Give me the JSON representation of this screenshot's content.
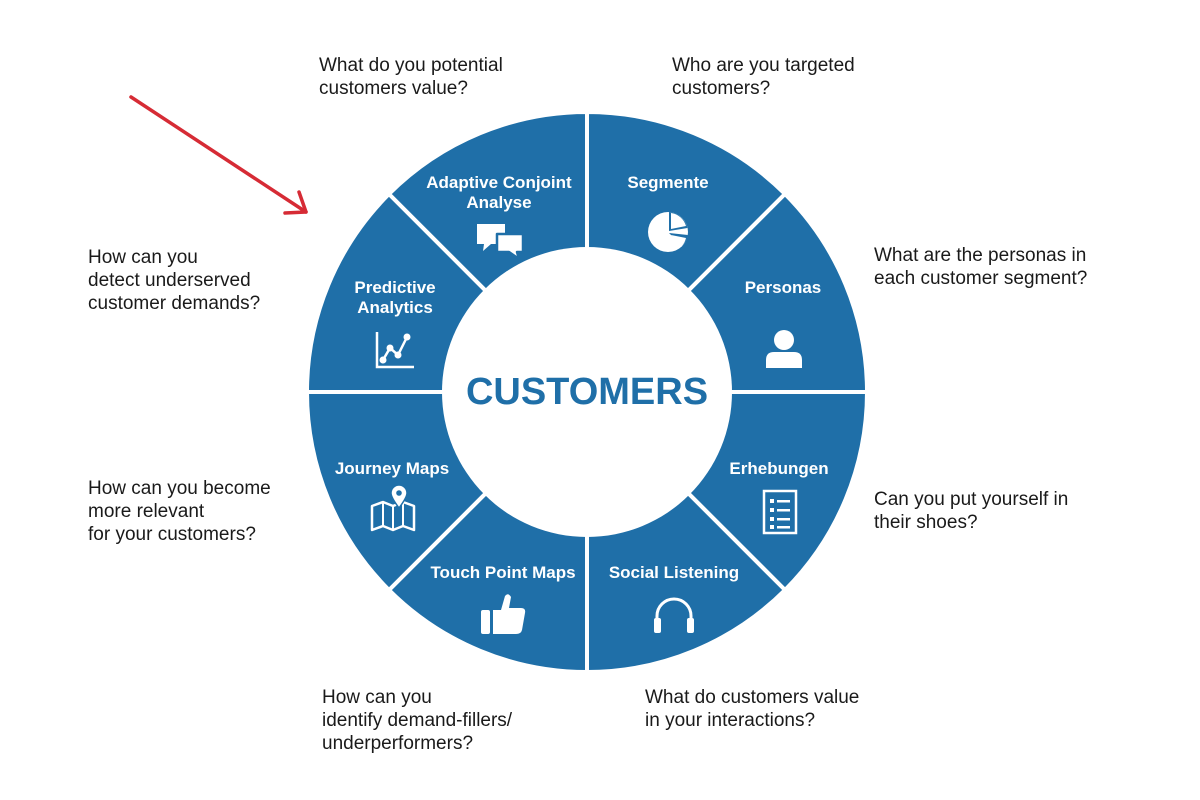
{
  "center_title": "CUSTOMERS",
  "colors": {
    "segment_fill": "#1f6fa8",
    "separator": "#ffffff",
    "center_text": "#1f6fa8",
    "arrow": "#d62b35",
    "question_text": "#1a1a1a"
  },
  "segments": [
    {
      "lines": [
        "Segmente"
      ],
      "icon": "pie-chart-icon"
    },
    {
      "lines": [
        "Personas"
      ],
      "icon": "person-icon"
    },
    {
      "lines": [
        "Erhebungen"
      ],
      "icon": "survey-list-icon"
    },
    {
      "lines": [
        "Social Listening"
      ],
      "icon": "headphones-icon"
    },
    {
      "lines": [
        "Touch Point Maps"
      ],
      "icon": "thumbs-up-icon"
    },
    {
      "lines": [
        "Journey Maps"
      ],
      "icon": "map-pin-icon"
    },
    {
      "lines": [
        "Predictive",
        "Analytics"
      ],
      "icon": "line-chart-icon"
    },
    {
      "lines": [
        "Adaptive Conjoint",
        "Analyse"
      ],
      "icon": "chat-bubbles-icon"
    }
  ],
  "questions": {
    "q1": [
      "Who are you targeted",
      "customers?"
    ],
    "q2": [
      "What are the personas in",
      "each customer segment?"
    ],
    "q3": [
      "Can you put yourself in",
      "their shoes?"
    ],
    "q4": [
      "What do customers value",
      "in your interactions?"
    ],
    "q5": [
      "How can you",
      "identify demand-fillers/",
      "underperformers?"
    ],
    "q6": [
      "How can you become",
      "more relevant",
      "for your customers?"
    ],
    "q7": [
      "How can you",
      "detect underserved",
      "customer demands?"
    ],
    "q8": [
      "What do you potential",
      "customers value?"
    ]
  }
}
